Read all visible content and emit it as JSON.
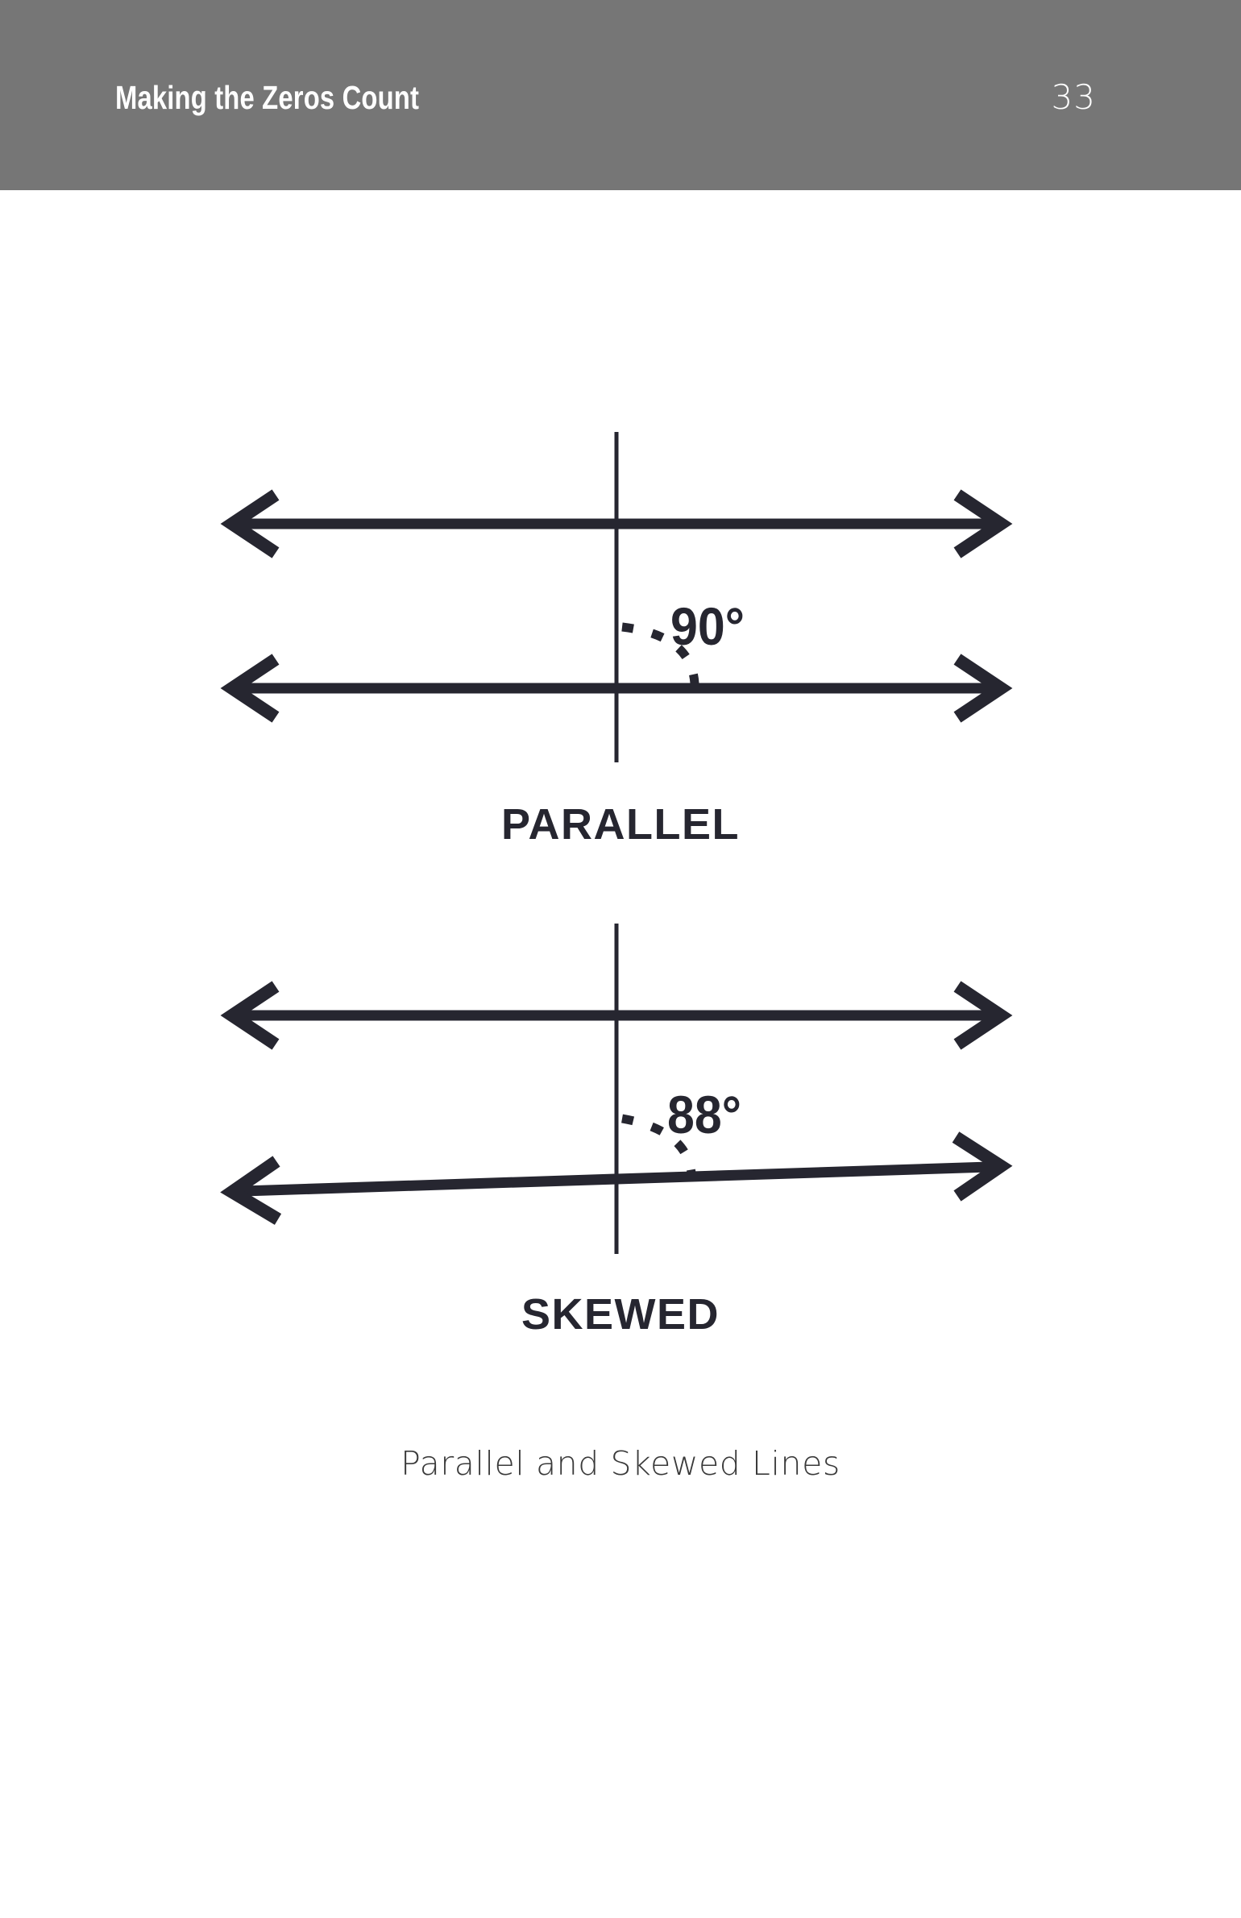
{
  "header": {
    "title": "Making the Zeros Count",
    "page_number": "33",
    "background_color": "#767676",
    "text_color": "#ffffff"
  },
  "figure": {
    "caption": "Parallel and Skewed Lines",
    "ink_color": "#262630",
    "diagrams": [
      {
        "id": "parallel",
        "label": "PARALLEL",
        "angle_label": "90°",
        "top_line": {
          "type": "double-headed-arrow",
          "tilt_degrees": 0
        },
        "bottom_line": {
          "type": "double-headed-arrow",
          "tilt_degrees": 0
        },
        "transversal": {
          "type": "thin-vertical-line"
        },
        "arc": {
          "style": "dashed"
        }
      },
      {
        "id": "skewed",
        "label": "SKEWED",
        "angle_label": "88°",
        "top_line": {
          "type": "double-headed-arrow",
          "tilt_degrees": 0
        },
        "bottom_line": {
          "type": "double-headed-arrow",
          "tilt_degrees": 2
        },
        "transversal": {
          "type": "thin-vertical-line"
        },
        "arc": {
          "style": "dashed"
        }
      }
    ]
  }
}
